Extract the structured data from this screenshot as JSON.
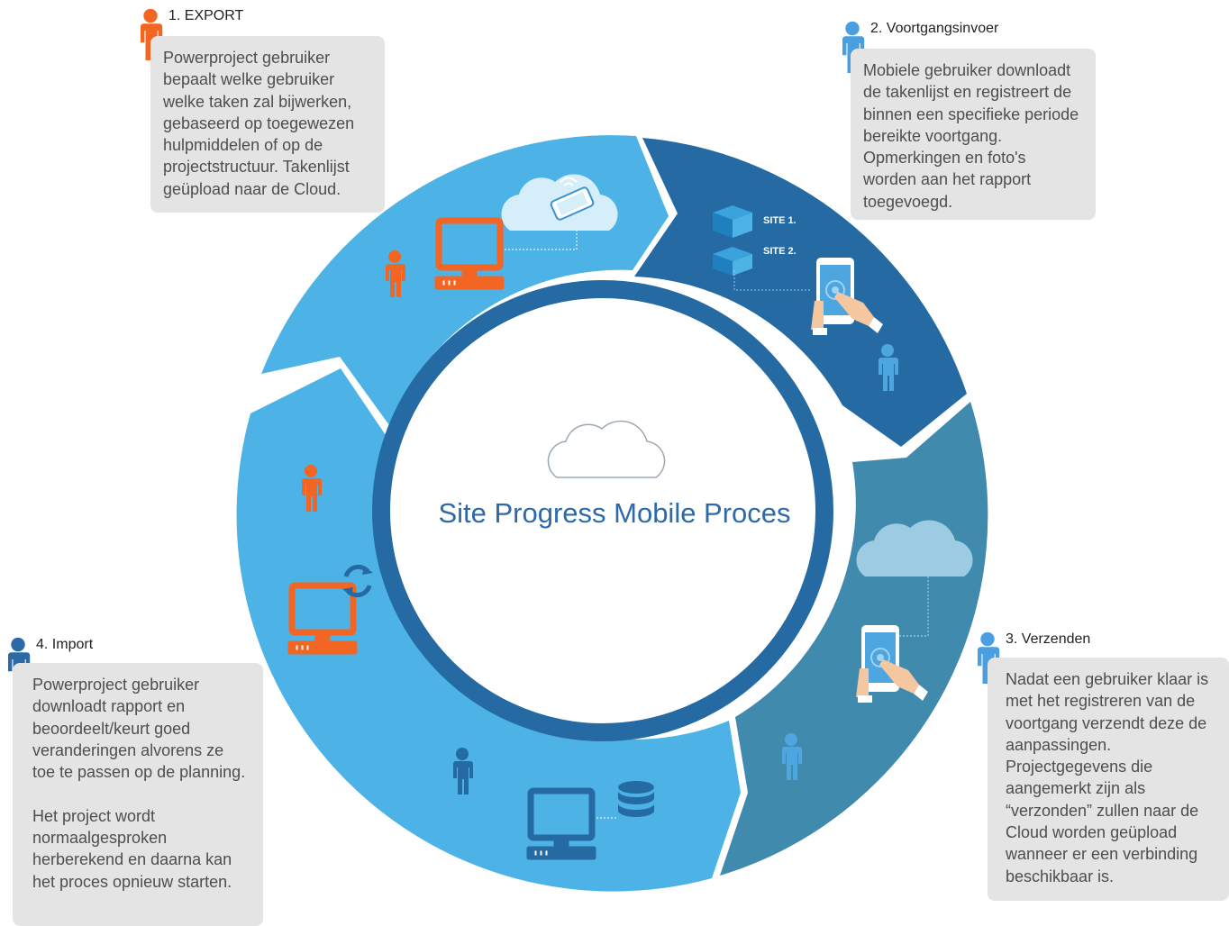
{
  "center": {
    "title": "Site Progress Mobile Proces"
  },
  "steps": [
    {
      "title": "1. EXPORT",
      "text": "Powerproject gebruiker bepaalt welke gebruiker welke taken zal bijwerken, gebaseerd op toegewezen hulpmiddelen of op de projectstructuur. Takenlijst geüpload naar de Cloud.",
      "icon_color": "#f26522"
    },
    {
      "title": "2. Voortgangsinvoer",
      "text": "Mobiele gebruiker downloadt de takenlijst en registreert de binnen een specifieke periode bereikte voortgang. Opmerkingen en foto's worden aan het rapport toegevoegd.",
      "icon_color": "#4a9fe0"
    },
    {
      "title": "3. Verzenden",
      "text": "Nadat een gebruiker klaar is met het registreren van de voortgang verzendt deze de aanpassingen. Projectgegevens die aangemerkt zijn als “verzonden” zullen naar de Cloud worden geüpload wanneer er een verbinding beschikbaar is.",
      "icon_color": "#4a9fe0"
    },
    {
      "title": "4. Import",
      "text": "Powerproject gebruiker downloadt rapport en beoordeelt/keurt goed veranderingen alvorens ze toe te passen op de planning.\n\nHet project wordt normaalgesproken herberekend en daarna kan het proces opnieuw starten.",
      "icon_color": "#2b6aa6"
    }
  ],
  "sites": [
    "SITE 1.",
    "SITE 2."
  ],
  "colors": {
    "segment_export": "#4db3e6",
    "segment_progress": "#256aa3",
    "segment_send": "#3f8aad",
    "segment_import": "#4db3e6",
    "inner_ring": "#256aa3",
    "orange": "#f26522",
    "text_box": "#e4e4e4"
  }
}
